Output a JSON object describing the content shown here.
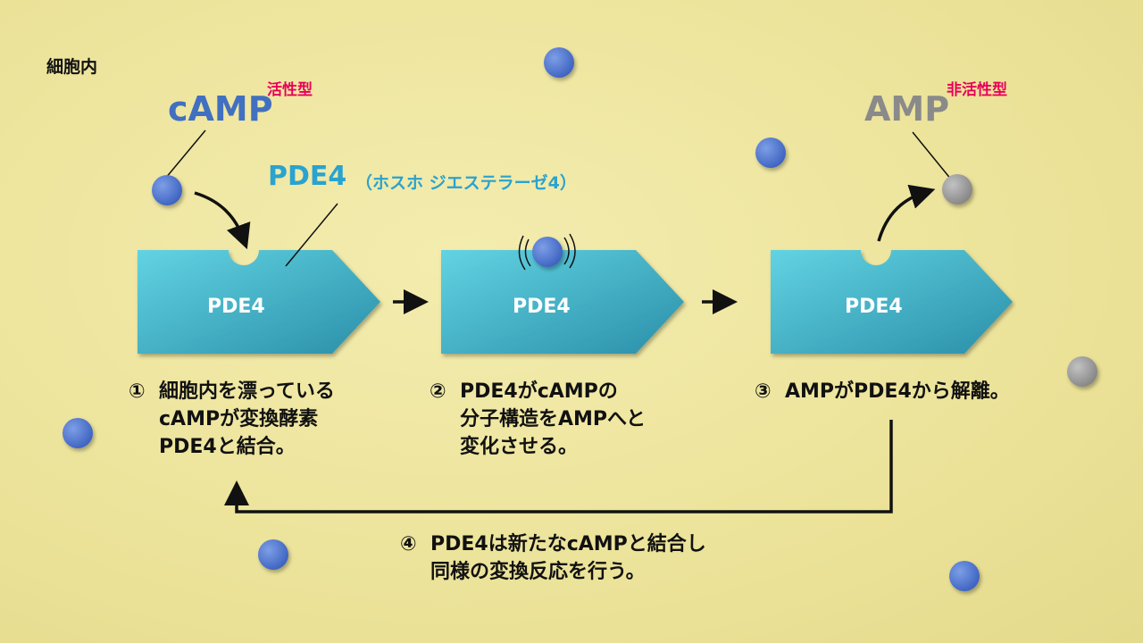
{
  "diagram": {
    "region_label": "細胞内",
    "camp": {
      "label": "cAMP",
      "state": "活性型"
    },
    "amp": {
      "label": "AMP",
      "state": "非活性型"
    },
    "pde4": {
      "name": "PDE4",
      "full_name": "（ホスホ ジエステラーゼ4）"
    },
    "enzyme_label": "PDE4",
    "steps": [
      {
        "number": "①",
        "lines": [
          "細胞内を漂っている",
          "cAMPが変換酵素",
          "PDE4と結合。"
        ]
      },
      {
        "number": "②",
        "lines": [
          "PDE4がcAMPの",
          "分子構造をAMPへと",
          "変化させる。"
        ]
      },
      {
        "number": "③",
        "lines": [
          "AMPがPDE4から解離。"
        ]
      },
      {
        "number": "④",
        "lines": [
          "PDE4は新たなcAMPと結合し",
          "同様の変換反応を行う。"
        ]
      }
    ],
    "colors": {
      "background": "#ede49c",
      "enzyme": "#2fa7c4",
      "camp_molecule": "#4a73cc",
      "amp_molecule": "#9a9a9a",
      "accent_text": "#e8005a",
      "pde_text": "#2aa3cf"
    }
  }
}
